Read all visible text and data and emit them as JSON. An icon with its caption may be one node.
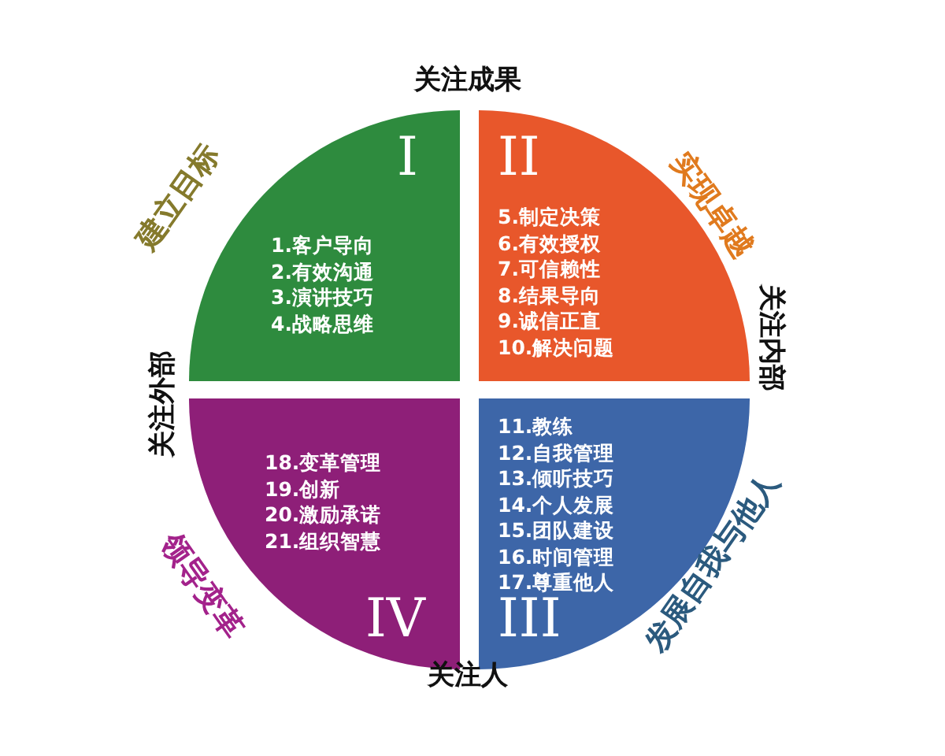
{
  "diagram": {
    "nodes": [
      {
        "text": [
          "I",
          "1.客户导向",
          "2.有效沟通",
          "3.演讲技巧",
          "4.战略思维"
        ],
        "beside": [
          "建立目标"
        ]
      },
      {
        "text": [
          "II",
          "5.制定决策",
          "6.有效授权",
          "7.可信赖性",
          "8.结果导向",
          "9.诚信正直",
          "10.解决问题"
        ],
        "beside": [
          "实现卓越"
        ]
      },
      {
        "text": [
          "18.变革管理",
          "19.创新",
          "20.激励承诺",
          "21.组织智慧",
          "IV"
        ],
        "beside": [
          "领导变革"
        ]
      },
      {
        "text": [
          "11.教练",
          "12.自我管理",
          "13.倾听技巧",
          "14.个人发展",
          "15.团队建设",
          "16.时间管理",
          "17.尊重他人",
          "III"
        ],
        "beside": [
          "发展自我与他人"
        ]
      }
    ],
    "labels": [
      "关注成果",
      "关注外部",
      "关注内部",
      "关注人"
    ]
  }
}
